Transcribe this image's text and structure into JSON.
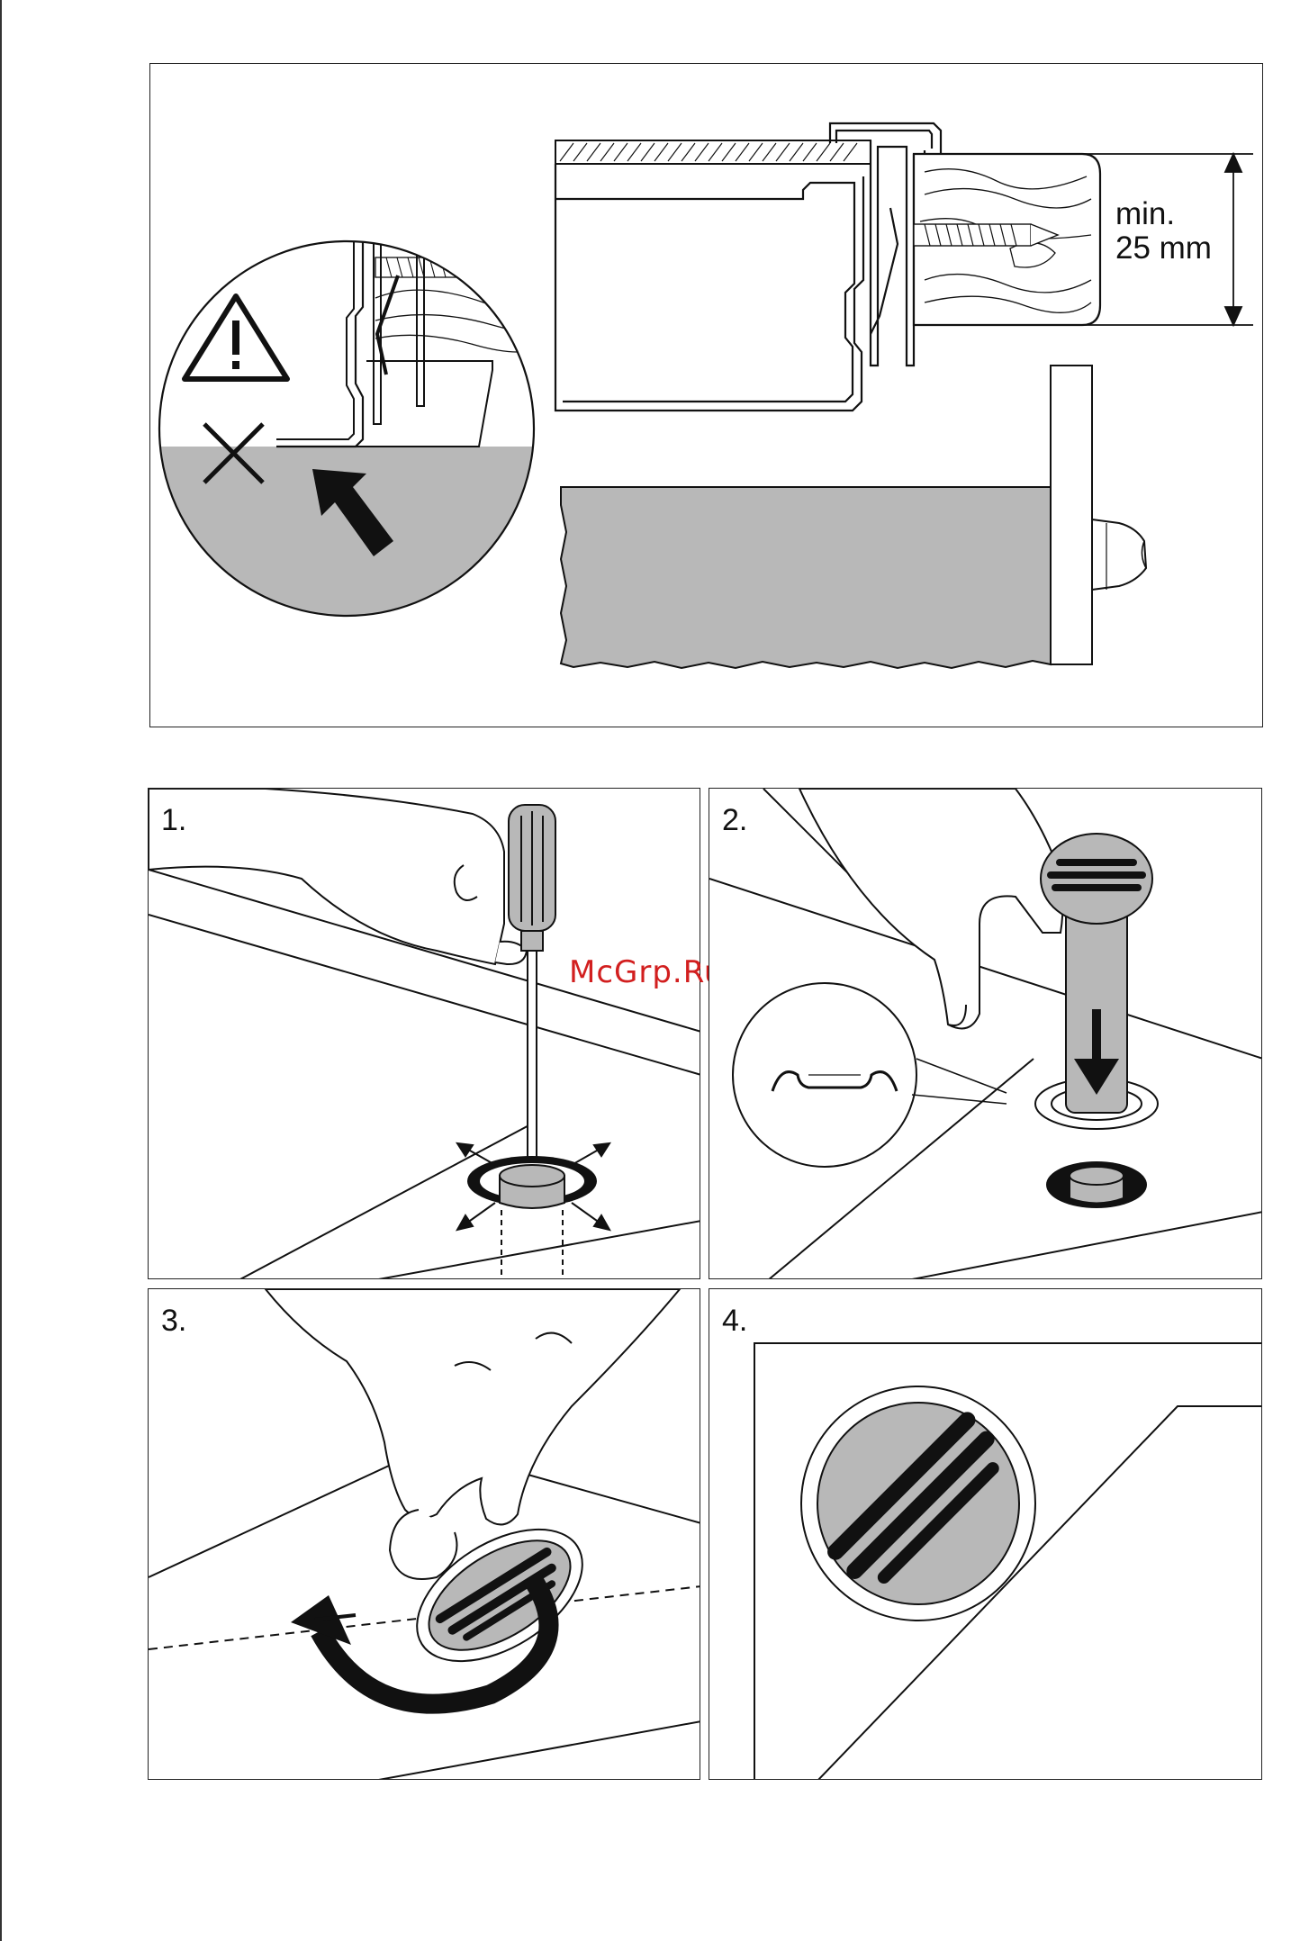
{
  "page": {
    "watermark": "McGrp.Ru"
  },
  "top_panel": {
    "dimension_line1": "min.",
    "dimension_line2": "25 mm"
  },
  "steps": [
    {
      "label": "1."
    },
    {
      "label": "2."
    },
    {
      "label": "3."
    },
    {
      "label": "4."
    }
  ],
  "colors": {
    "fill_gray": "#b8b8b8",
    "ink": "#111111",
    "watermark": "#d21f1f"
  },
  "icons": [
    "warning-triangle-icon",
    "cross-icon",
    "arrow-icon",
    "screwdriver-icon",
    "hand-icon",
    "knob-icon"
  ]
}
